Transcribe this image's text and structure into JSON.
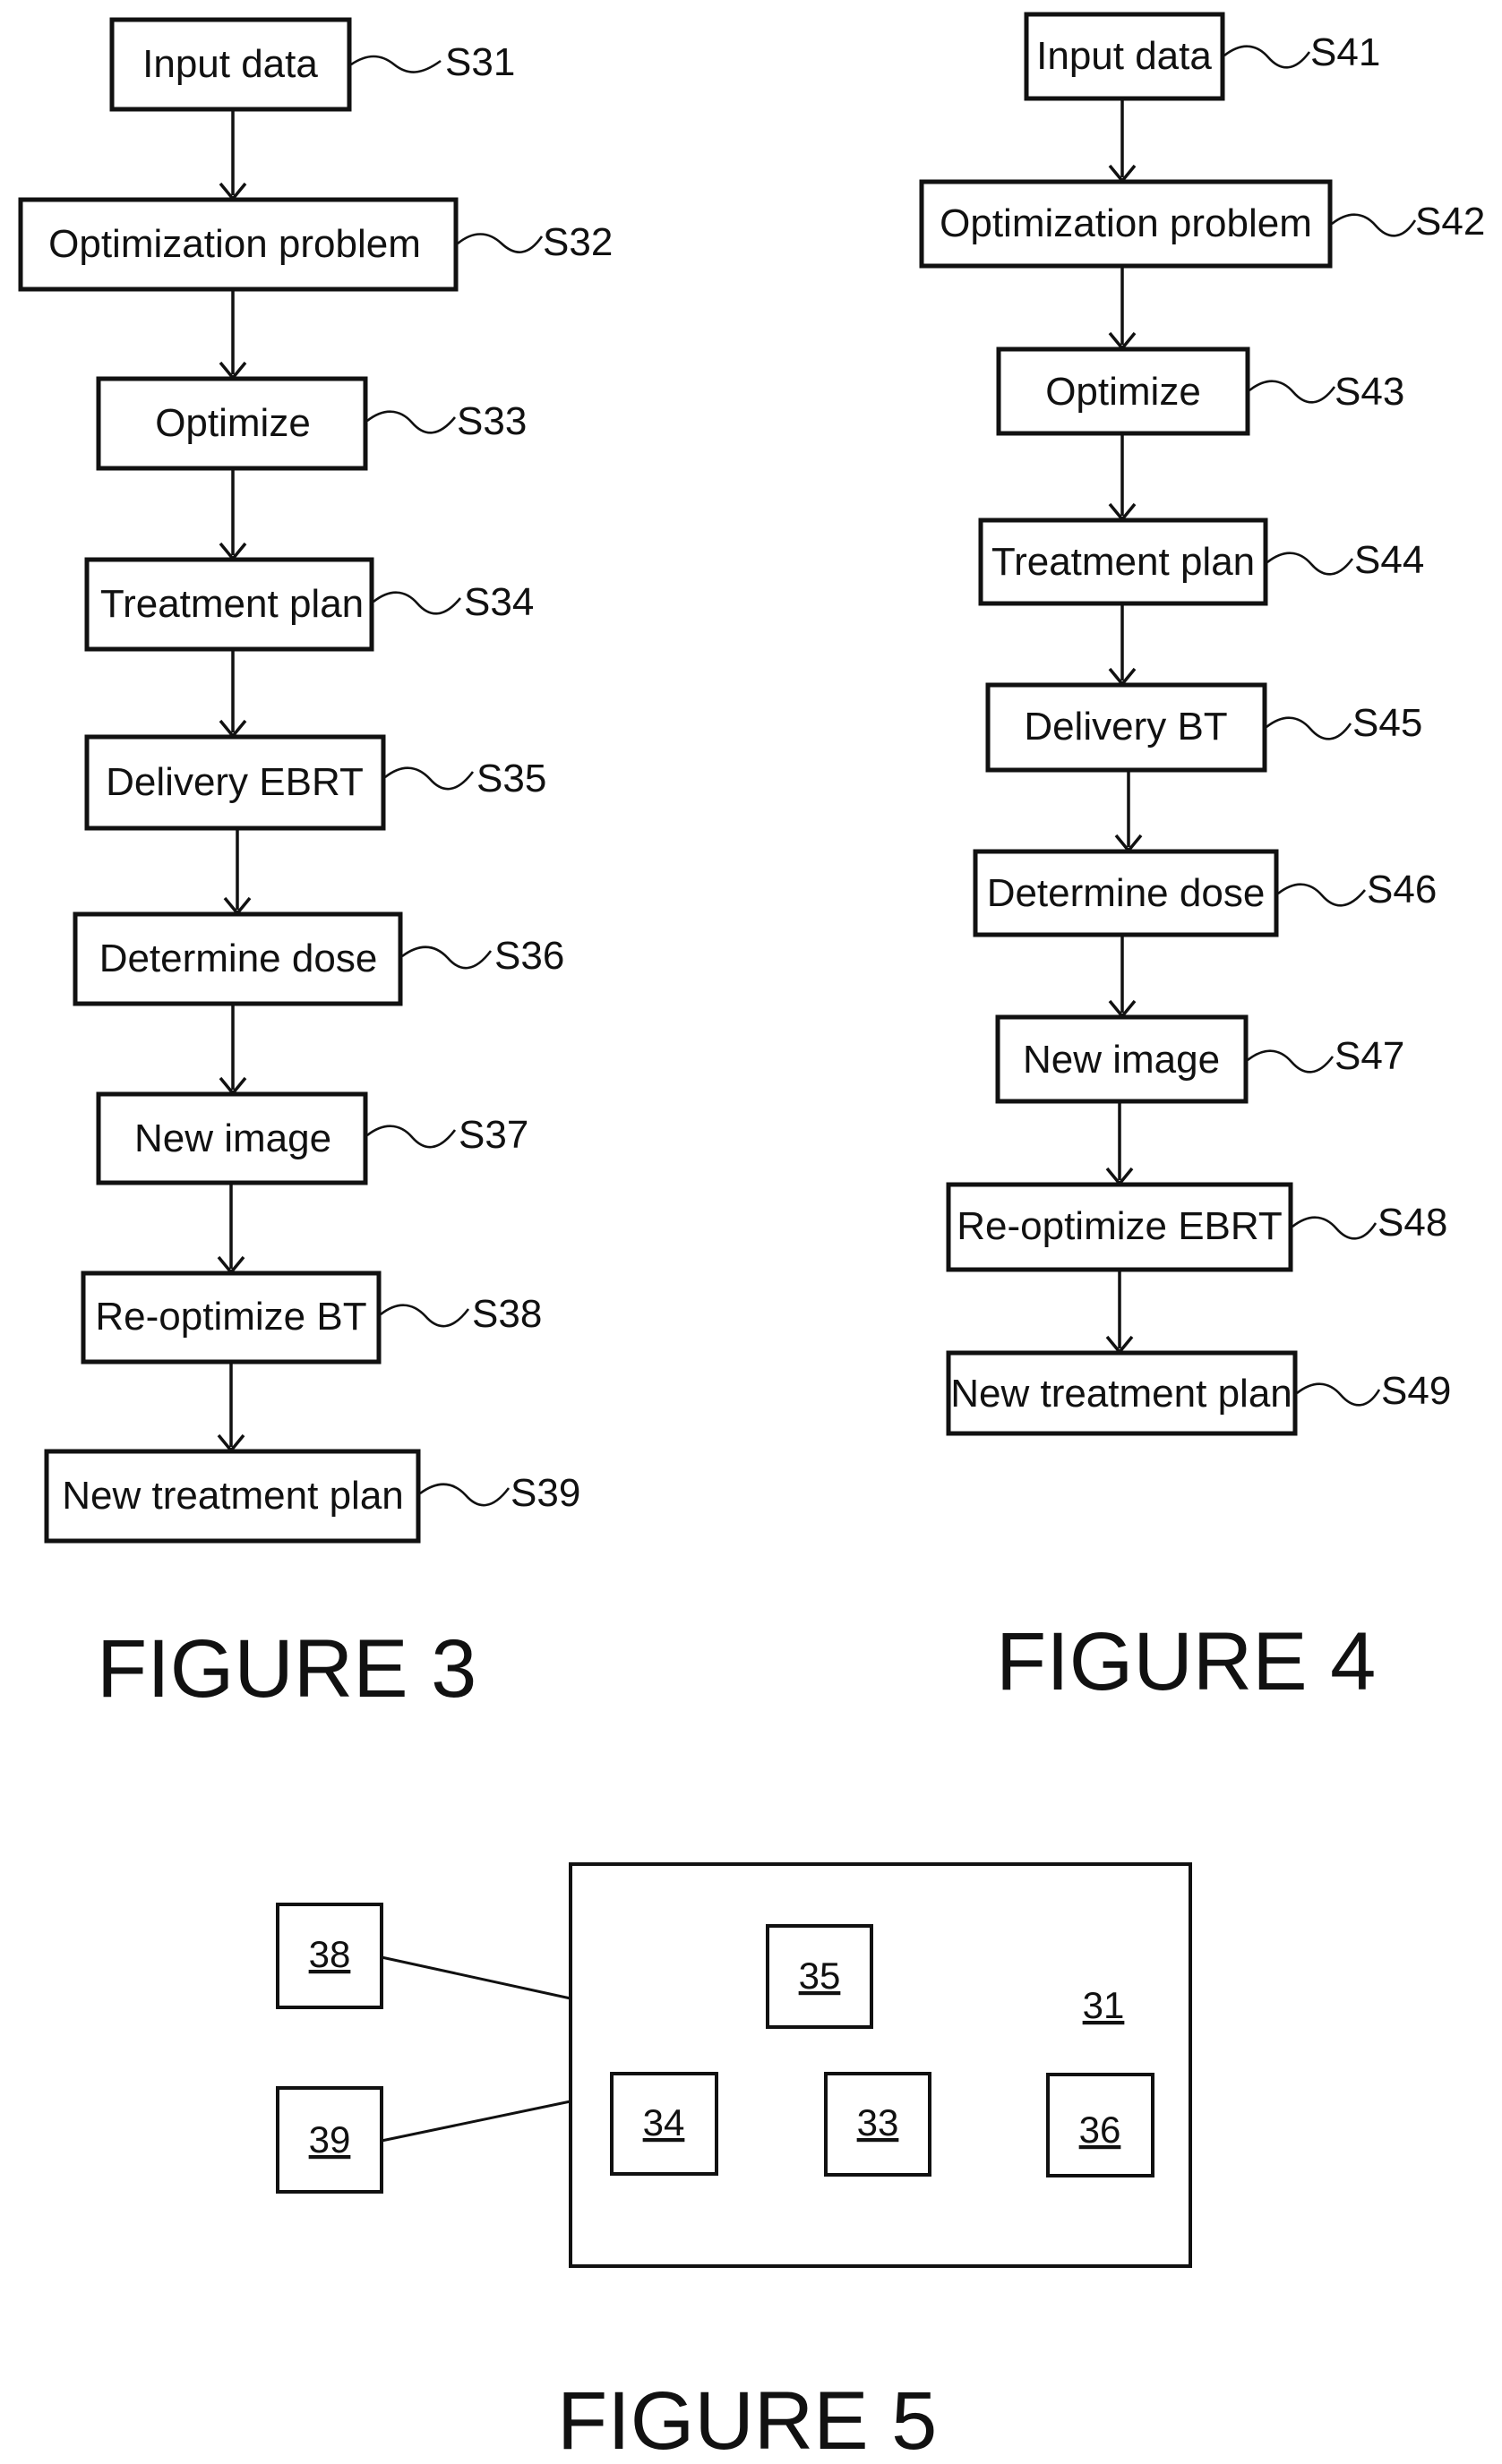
{
  "figure3": {
    "caption": "FIGURE 3",
    "steps": [
      {
        "label": "Input data",
        "ref": "S31"
      },
      {
        "label": "Optimization problem",
        "ref": "S32"
      },
      {
        "label": "Optimize",
        "ref": "S33"
      },
      {
        "label": "Treatment plan",
        "ref": "S34"
      },
      {
        "label": "Delivery EBRT",
        "ref": "S35"
      },
      {
        "label": "Determine dose",
        "ref": "S36"
      },
      {
        "label": "New image",
        "ref": "S37"
      },
      {
        "label": "Re-optimize BT",
        "ref": "S38"
      },
      {
        "label": "New treatment plan",
        "ref": "S39"
      }
    ]
  },
  "figure4": {
    "caption": "FIGURE 4",
    "steps": [
      {
        "label": "Input data",
        "ref": "S41"
      },
      {
        "label": "Optimization problem",
        "ref": "S42"
      },
      {
        "label": "Optimize",
        "ref": "S43"
      },
      {
        "label": "Treatment plan",
        "ref": "S44"
      },
      {
        "label": "Delivery BT",
        "ref": "S45"
      },
      {
        "label": "Determine dose",
        "ref": "S46"
      },
      {
        "label": "New image",
        "ref": "S47"
      },
      {
        "label": "Re-optimize EBRT",
        "ref": "S48"
      },
      {
        "label": "New treatment plan",
        "ref": "S49"
      }
    ]
  },
  "figure5": {
    "caption": "FIGURE 5",
    "system_label": "31",
    "blocks": {
      "b33": "33",
      "b34": "34",
      "b35": "35",
      "b36": "36",
      "b38": "38",
      "b39": "39"
    }
  }
}
